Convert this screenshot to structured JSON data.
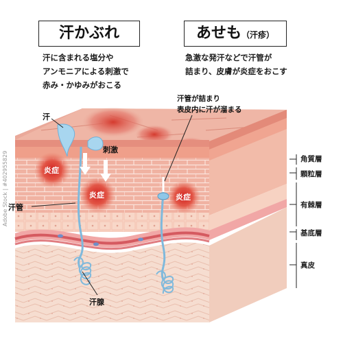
{
  "left_panel": {
    "title": "汗かぶれ",
    "description": [
      "汗に含まれる塩分や",
      "アンモニアによる刺激で",
      "赤み・かゆみがおこる"
    ]
  },
  "right_panel": {
    "title": "あせも",
    "title_note": "（汗疹）",
    "description": [
      "急激な発汗などで汗管が",
      "詰まり、皮膚が炎症をおこす"
    ]
  },
  "annotations": {
    "sweat": "汗",
    "irritation": "刺激",
    "inflammation": "炎症",
    "sweat_duct": "汗管",
    "sweat_gland": "汗腺",
    "clogged": [
      "汗管が詰まり",
      "表皮内に汗が溜まる"
    ]
  },
  "layers": [
    "角質層",
    "顆粒層",
    "有棘層",
    "基底層",
    "真皮"
  ],
  "watermark": "Adobe Stock | #402955829",
  "colors": {
    "surface": "#e9a898",
    "inflammation": "#d8302a",
    "sweat": "#8ec7e8",
    "dermis": "#f5d9cb",
    "basal_red": "#d55a60",
    "basal_blue": "#6f8fc8"
  }
}
